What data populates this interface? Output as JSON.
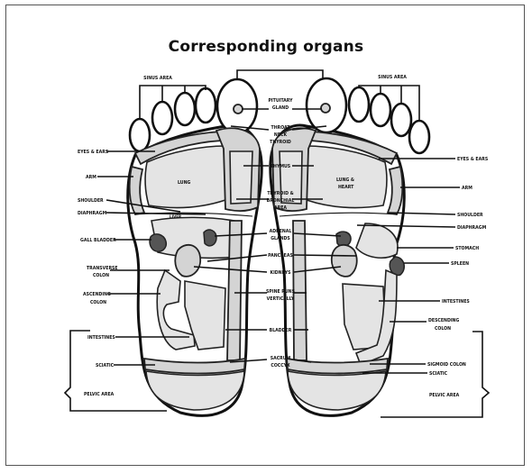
{
  "title": "Corresponding organs",
  "left_labels": {
    "sinus_area": "SINUS AREA",
    "eyes_ears": "EYES & EARS",
    "arm": "ARM",
    "shoulder": "SHOULDER",
    "diaphragm": "DIAPHRAGM",
    "gall_bladder": "GALL BLADDER",
    "transverse_colon": [
      "TRANSVERSE",
      "COLON"
    ],
    "ascending_colon": [
      "ASCENDING",
      "COLON"
    ],
    "intestines": "INTESTINES",
    "sciatic": "SCIATIC",
    "pelvic_area": "PELVIC AREA",
    "lung": "LUNG",
    "liver": "LIVER"
  },
  "center_labels": {
    "pituitary": [
      "PITUITARY",
      "GLAND"
    ],
    "throat": [
      "THROAT",
      "NECK",
      "THYROID"
    ],
    "thymus": "THYMUS",
    "thyroid_bronchial": [
      "THYROID &",
      "BRONCHIAL",
      "AREA"
    ],
    "adrenal": [
      "ADRENAL",
      "GLANDS"
    ],
    "pancreas": "PANCREAS",
    "kidneys": "KIDNEYS",
    "spine": [
      "SPINE RUNS",
      "VERTICALLY"
    ],
    "bladder": "BLADDER",
    "sacrum": [
      "SACRUM",
      "COCCYX"
    ]
  },
  "right_labels": {
    "sinus_area": "SINUS AREA",
    "eyes_ears": "EYES & EARS",
    "arm": "ARM",
    "shoulder": "SHOULDER",
    "diaphragm": "DIAPHRAGM",
    "stomach": "STOMACH",
    "spleen": "SPLEEN",
    "intestines": "INTESTINES",
    "descending_colon": [
      "DESCENDING",
      "COLON"
    ],
    "sigmoid_colon": "SIGMOID COLON",
    "sciatic": "SCIATIC",
    "pelvic_area": "PELVIC AREA",
    "lung_heart": [
      "LUNG &",
      "HEART"
    ]
  }
}
